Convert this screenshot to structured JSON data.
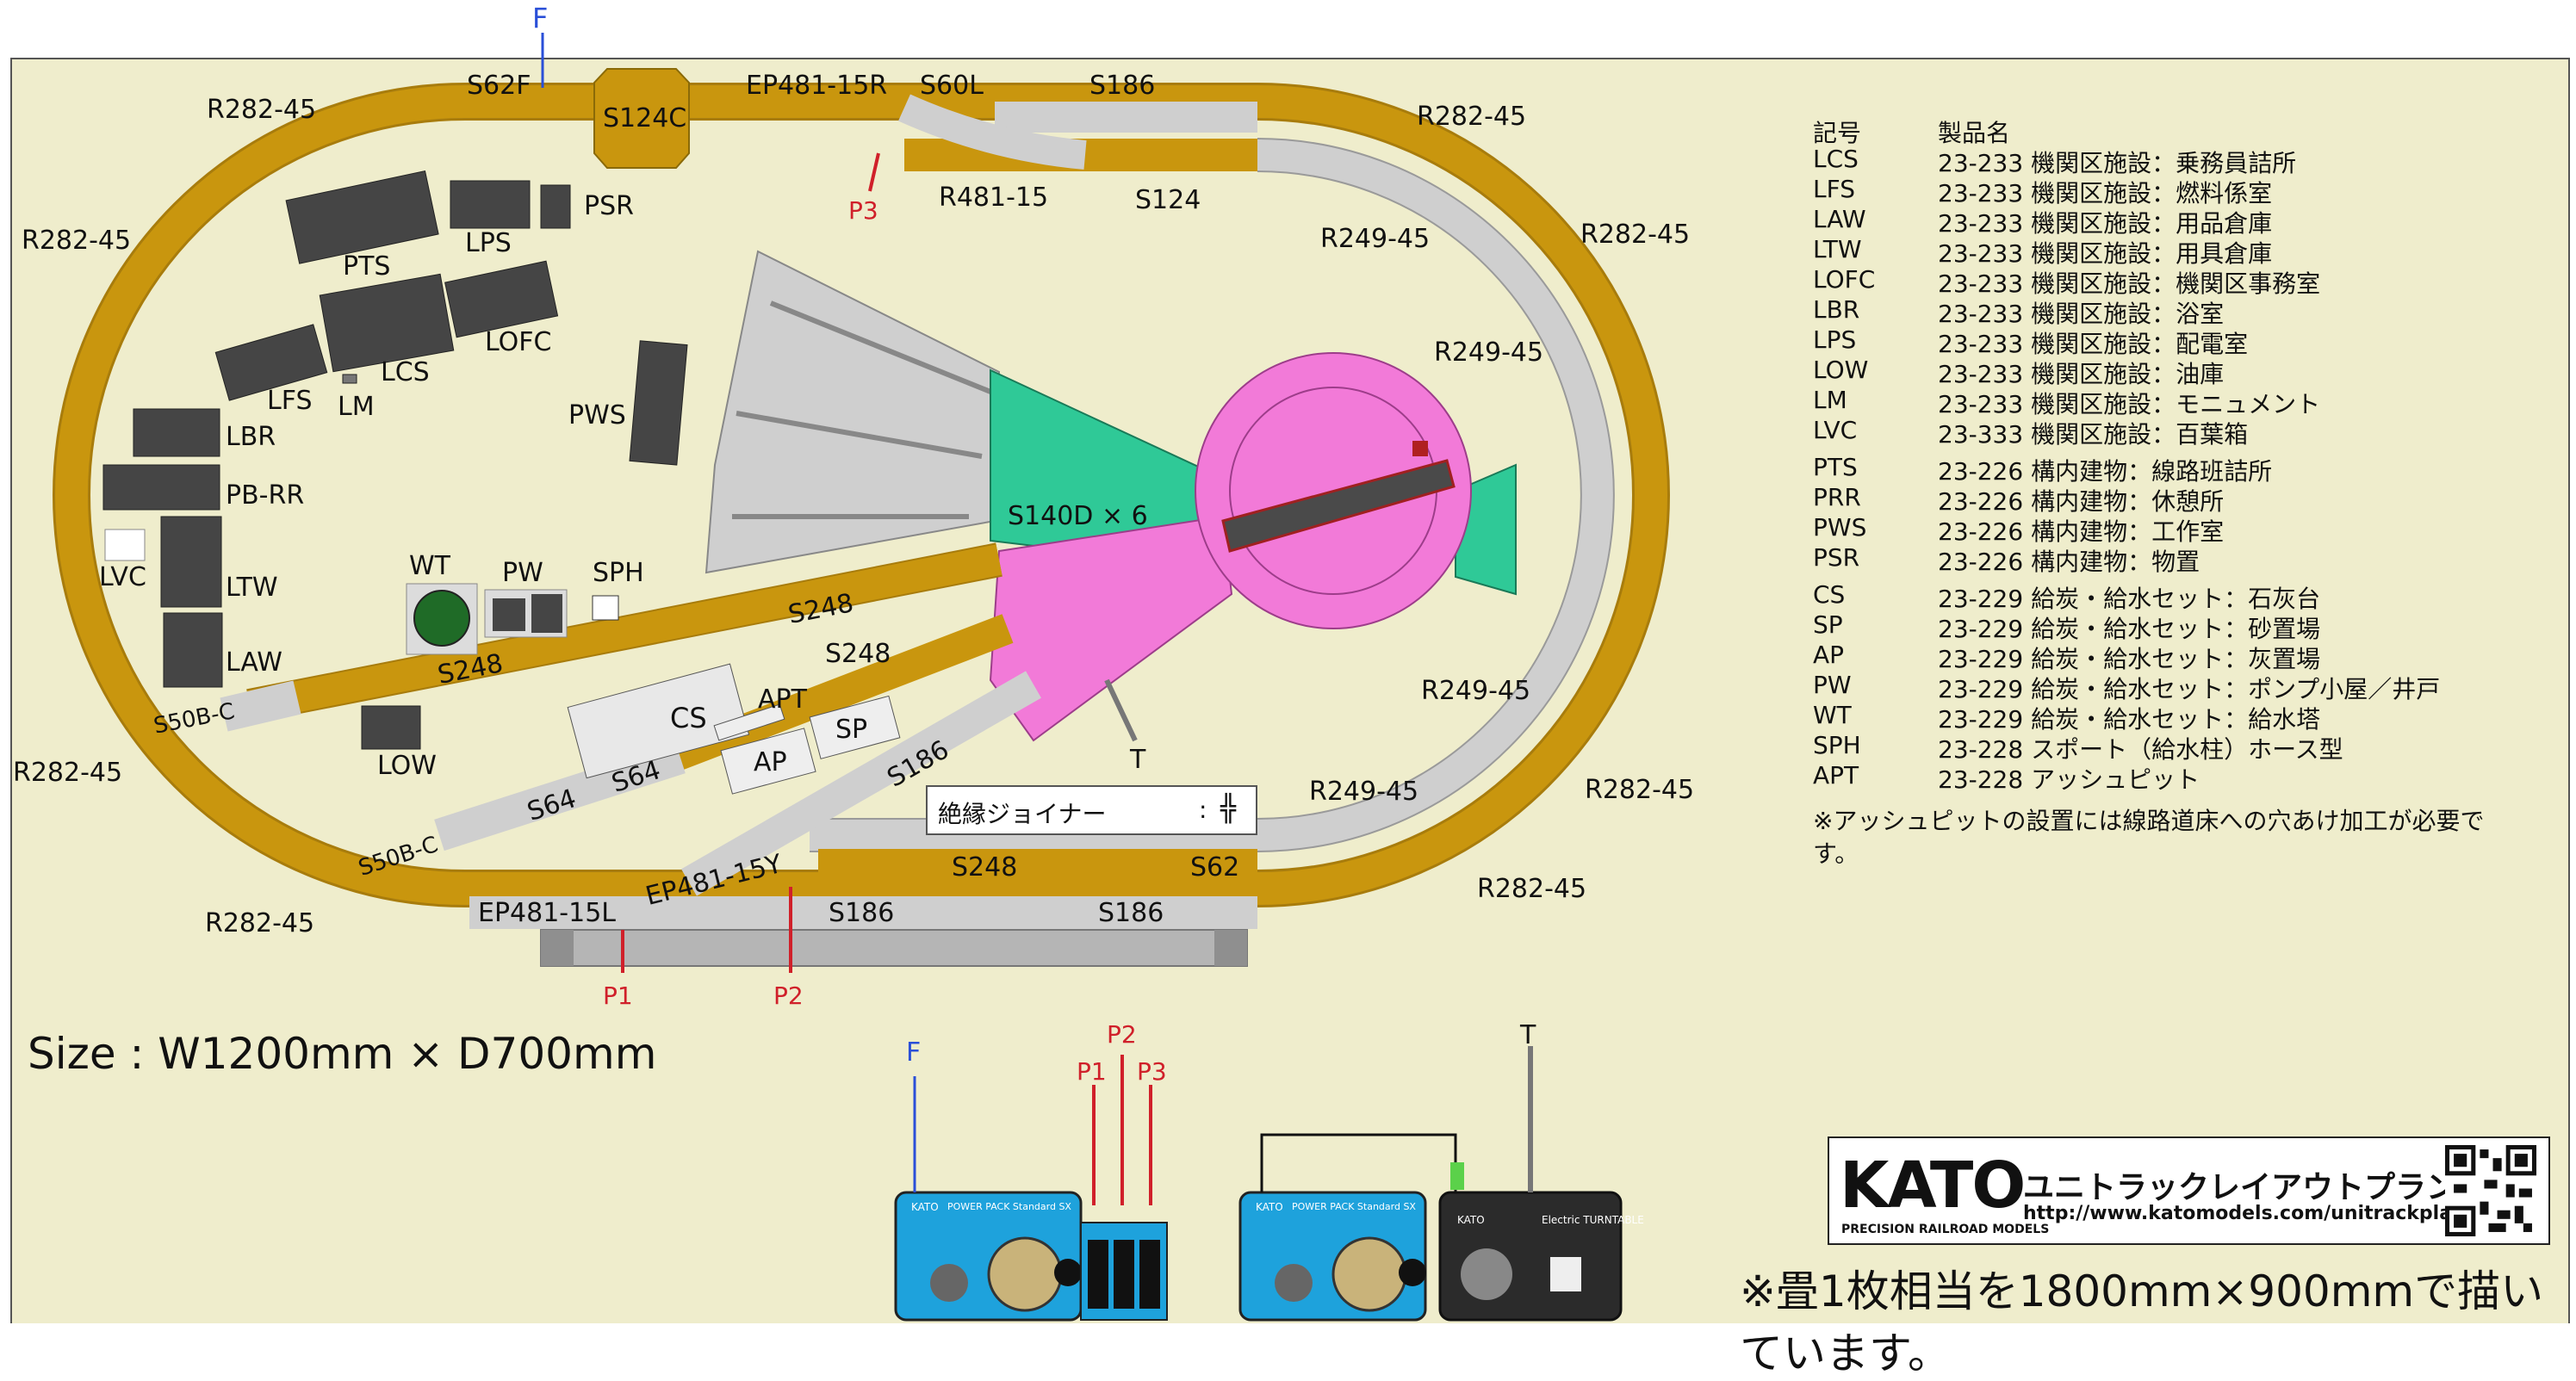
{
  "diagram": {
    "feeders": {
      "F": "F",
      "P1": "P1",
      "P2": "P2",
      "P3": "P3",
      "T": "T"
    },
    "track_labels": {
      "r282_tl": "R282-45",
      "r282_l1": "R282-45",
      "r282_l2": "R282-45",
      "r282_bl": "R282-45",
      "r282_tr": "R282-45",
      "r282_r1": "R282-45",
      "r282_r2": "R282-45",
      "r282_br": "R282-45",
      "s62f": "S62F",
      "s124c": "S124C",
      "ep481_15r": "EP481-15R",
      "s60l": "S60L",
      "s186_top": "S186",
      "r481_15": "R481-15",
      "s124": "S124",
      "r249_1": "R249-45",
      "r249_2": "R249-45",
      "r249_3": "R249-45",
      "r249_4": "R249-45",
      "s140d": "S140D × 6",
      "s248_a": "S248",
      "s248_b": "S248",
      "s248_c": "S248",
      "s248_d": "S248",
      "s50bc_1": "S50B-C",
      "s50bc_2": "S50B-C",
      "s64_a": "S64",
      "s64_b": "S64",
      "s186_mid": "S186",
      "ep481_15y": "EP481-15Y",
      "ep481_15l": "EP481-15L",
      "s186_b1": "S186",
      "s186_b2": "S186",
      "s62": "S62"
    },
    "buildings": {
      "psr": "PSR",
      "lps": "LPS",
      "pts": "PTS",
      "lofc": "LOFC",
      "lcs": "LCS",
      "lfs": "LFS",
      "lm": "LM",
      "pws": "PWS",
      "lbr": "LBR",
      "pbrr": "PB-RR",
      "lvc": "LVC",
      "ltw": "LTW",
      "law": "LAW",
      "low": "LOW",
      "wt": "WT",
      "pw": "PW",
      "sph": "SPH",
      "cs": "CS",
      "apt": "APT",
      "ap": "AP",
      "sp": "SP"
    },
    "insulated_joiner": {
      "label": "絶縁ジョイナー",
      "sep": ":"
    },
    "size": "Size : W1200mm × D700mm"
  },
  "legend": {
    "header": {
      "code": "記号",
      "name": "製品名"
    },
    "rows": [
      {
        "code": "LCS",
        "name": "23-233 機関区施設：乗務員詰所"
      },
      {
        "code": "LFS",
        "name": "23-233 機関区施設：燃料係室"
      },
      {
        "code": "LAW",
        "name": "23-233 機関区施設：用品倉庫"
      },
      {
        "code": "LTW",
        "name": "23-233 機関区施設：用具倉庫"
      },
      {
        "code": "LOFC",
        "name": "23-233 機関区施設：機関区事務室"
      },
      {
        "code": "LBR",
        "name": "23-233 機関区施設：浴室"
      },
      {
        "code": "LPS",
        "name": "23-233 機関区施設：配電室"
      },
      {
        "code": "LOW",
        "name": "23-233 機関区施設：油庫"
      },
      {
        "code": "LM",
        "name": "23-233 機関区施設：モニュメント"
      },
      {
        "code": "LVC",
        "name": "23-333 機関区施設：百葉箱"
      },
      {
        "code": "PTS",
        "name": "23-226 構内建物：線路班詰所"
      },
      {
        "code": "PRR",
        "name": "23-226 構内建物：休憩所"
      },
      {
        "code": "PWS",
        "name": "23-226 構内建物：工作室"
      },
      {
        "code": "PSR",
        "name": "23-226 構内建物：物置"
      },
      {
        "code": "CS",
        "name": "23-229 給炭・給水セット：石灰台"
      },
      {
        "code": "SP",
        "name": "23-229 給炭・給水セット：砂置場"
      },
      {
        "code": "AP",
        "name": "23-229 給炭・給水セット：灰置場"
      },
      {
        "code": "PW",
        "name": "23-229 給炭・給水セット：ポンプ小屋／井戸"
      },
      {
        "code": "WT",
        "name": "23-229 給炭・給水セット：給水塔"
      },
      {
        "code": "SPH",
        "name": "23-228 スポート（給水柱）ホース型"
      },
      {
        "code": "APT",
        "name": "23-228 アッシュピット"
      }
    ],
    "note": "※アッシュピットの設置には線路道床への穴あけ加工が必要です。"
  },
  "controllers": {
    "power_pack_brand": "KATO",
    "power_pack_name": "POWER PACK Standard SX",
    "turntable_brand": "KATO",
    "turntable_name": "Electric TURNTABLE",
    "switch_glyph": "T"
  },
  "footer": {
    "kato_logo": "KATO",
    "kato_sub": "PRECISION RAILROAD MODELS",
    "title": "ユニトラックレイアウトプラン",
    "url": "http://www.katomodels.com/unitrackplan/",
    "scale_note": "※畳1枚相当を1800mm×900mmで描いています。"
  },
  "colors": {
    "board": "#efedcc",
    "track_main": "#c9960e",
    "track_grey": "#cfcfcf",
    "turntable": "#f27ad8",
    "stall": "#2fc997",
    "building": "#454545",
    "feeder_red": "#d0202a",
    "feeder_blue": "#2a4fd8",
    "controller": "#1ea2dc"
  }
}
